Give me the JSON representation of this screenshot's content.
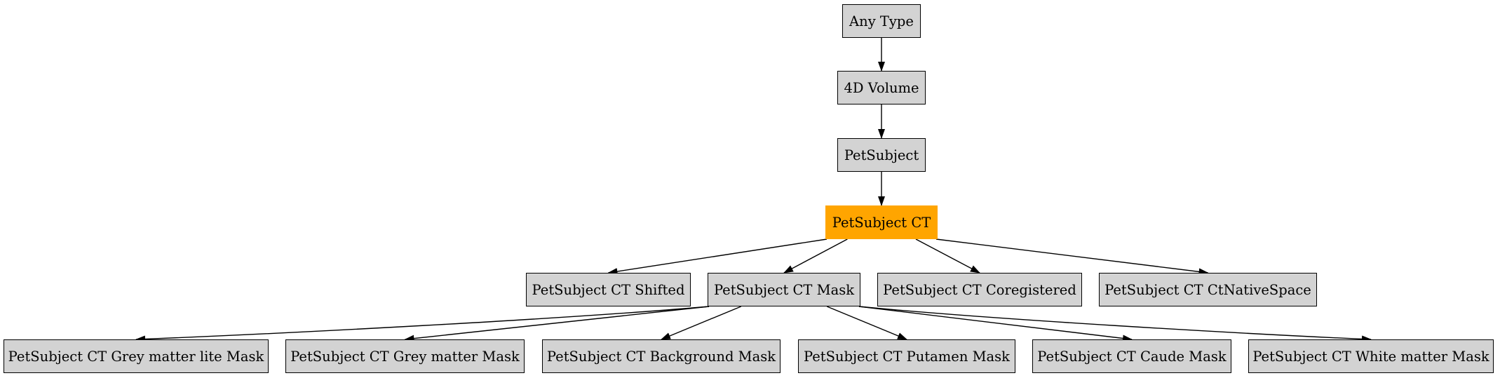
{
  "colors": {
    "node_fill": "#d3d3d3",
    "highlight_fill": "#ffa500",
    "border": "#000000",
    "edge": "#000000",
    "background": "#ffffff"
  },
  "nodes": {
    "any_type": {
      "label": "Any Type"
    },
    "volume_4d": {
      "label": "4D Volume"
    },
    "pet_subject": {
      "label": "PetSubject"
    },
    "pet_subject_ct": {
      "label": "PetSubject CT",
      "highlighted": true
    },
    "ct_shifted": {
      "label": "PetSubject CT Shifted"
    },
    "ct_mask": {
      "label": "PetSubject CT Mask"
    },
    "ct_coregistered": {
      "label": "PetSubject CT Coregistered"
    },
    "ct_ctnativespace": {
      "label": "PetSubject CT CtNativeSpace"
    },
    "ct_grey_matter_lite_mask": {
      "label": "PetSubject CT Grey matter lite Mask"
    },
    "ct_grey_matter_mask": {
      "label": "PetSubject CT Grey matter Mask"
    },
    "ct_background_mask": {
      "label": "PetSubject CT Background Mask"
    },
    "ct_putamen_mask": {
      "label": "PetSubject CT Putamen Mask"
    },
    "ct_caude_mask": {
      "label": "PetSubject CT Caude Mask"
    },
    "ct_white_matter_mask": {
      "label": "PetSubject CT White matter Mask"
    }
  },
  "edges": [
    {
      "from": "any_type",
      "to": "volume_4d"
    },
    {
      "from": "volume_4d",
      "to": "pet_subject"
    },
    {
      "from": "pet_subject",
      "to": "pet_subject_ct"
    },
    {
      "from": "pet_subject_ct",
      "to": "ct_shifted"
    },
    {
      "from": "pet_subject_ct",
      "to": "ct_mask"
    },
    {
      "from": "pet_subject_ct",
      "to": "ct_coregistered"
    },
    {
      "from": "pet_subject_ct",
      "to": "ct_ctnativespace"
    },
    {
      "from": "ct_mask",
      "to": "ct_grey_matter_lite_mask"
    },
    {
      "from": "ct_mask",
      "to": "ct_grey_matter_mask"
    },
    {
      "from": "ct_mask",
      "to": "ct_background_mask"
    },
    {
      "from": "ct_mask",
      "to": "ct_putamen_mask"
    },
    {
      "from": "ct_mask",
      "to": "ct_caude_mask"
    },
    {
      "from": "ct_mask",
      "to": "ct_white_matter_mask"
    }
  ]
}
